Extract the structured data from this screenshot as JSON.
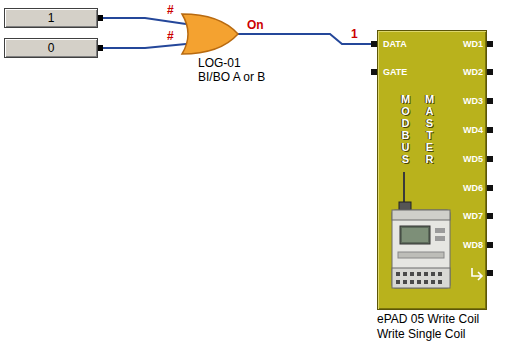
{
  "diagram": {
    "nodes": [
      {
        "text": [
          "1"
        ]
      },
      {
        "text": [
          "0"
        ]
      },
      {
        "text": [
          "LOG-01",
          "BI/BO A or B"
        ]
      },
      {
        "text": [
          "MODBUS",
          "MASTER",
          "ePAD 05 Write Coil",
          "Write Single Coil"
        ]
      }
    ],
    "edges": [
      {
        "from": 0,
        "to": 2,
        "arrow": "none",
        "label": "#"
      },
      {
        "from": 1,
        "to": 2,
        "arrow": "none",
        "label": "#"
      },
      {
        "from": 2,
        "to": 3,
        "arrow": "none",
        "label": "On"
      }
    ],
    "labels": [
      "1",
      "DATA",
      "GATE",
      "WD1",
      "WD2",
      "WD3",
      "WD4",
      "WD5",
      "WD6",
      "WD7",
      "WD8"
    ]
  }
}
